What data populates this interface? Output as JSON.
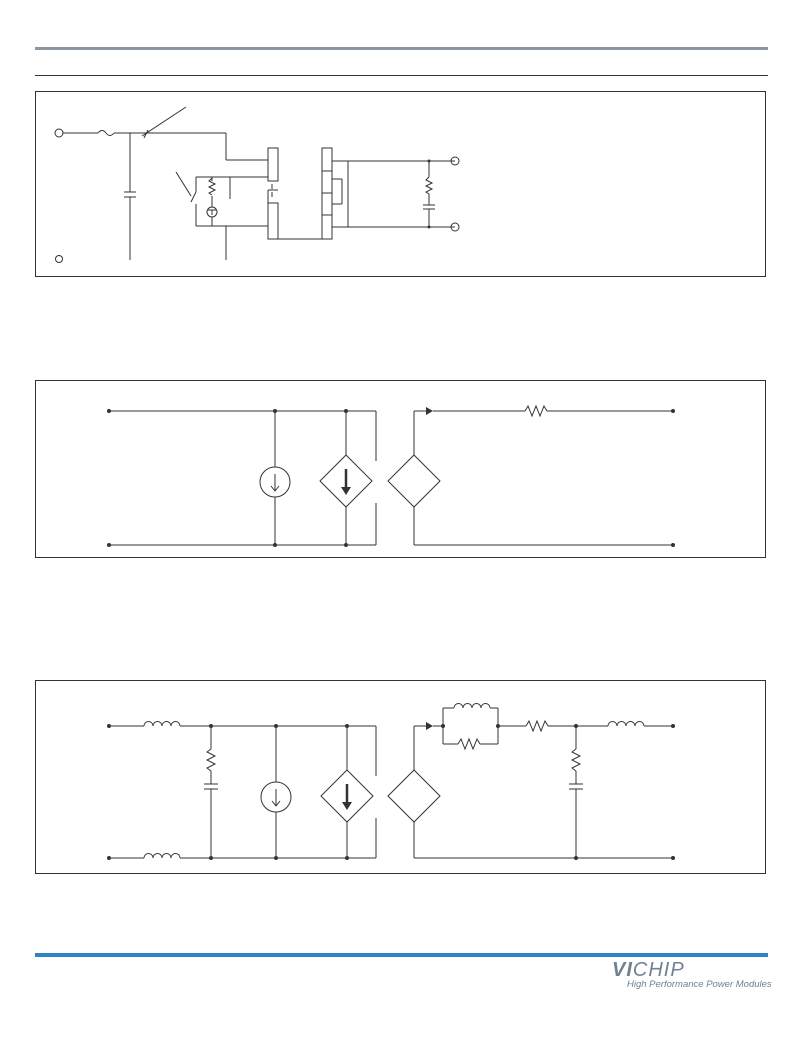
{
  "footer": {
    "brand_bold": "VI",
    "brand_light": "CHIP",
    "tagline": "High Performance Power Modules",
    "accent_color": "#2d86c2",
    "brand_color": "#6f8192"
  },
  "figures": [
    {
      "id": "application-circuit",
      "type": "schematic",
      "labels": []
    },
    {
      "id": "equivalent-circuit-simple",
      "type": "schematic",
      "labels": []
    },
    {
      "id": "equivalent-circuit-detailed",
      "type": "schematic",
      "labels": []
    }
  ]
}
